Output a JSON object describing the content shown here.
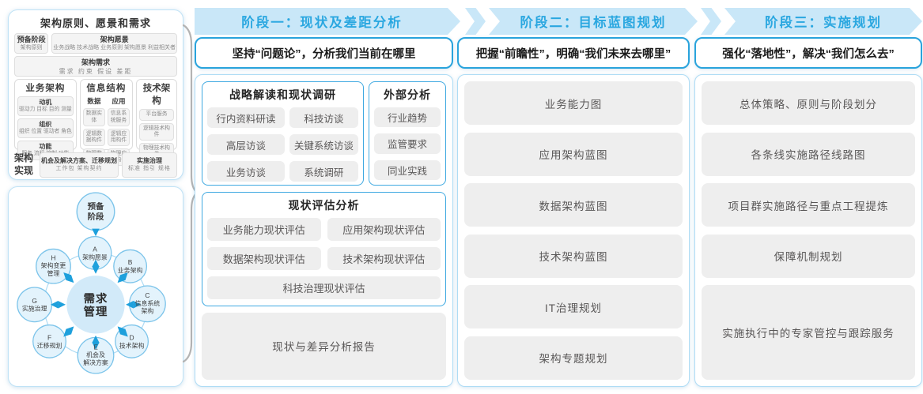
{
  "colors": {
    "band_bg": "#c9e7f8",
    "band_text": "#2aa7e0",
    "accent_blue": "#29abe2",
    "panel_border": "#aedcf5",
    "chip_bg": "#eeeeee",
    "chip_text": "#595757"
  },
  "left": {
    "frame": {
      "title": "架构原则、愿景和需求",
      "prep_title": "预备阶段",
      "prep_sub": "架构原则",
      "vision_title": "架构愿景",
      "vision_sub": "业务战略 技术战略 业务原则 架构愿景 利益相关者",
      "req_title": "架构需求",
      "req_sub": "需求  约束  假设  差距",
      "business_title": "业务架构",
      "b1_title": "动机",
      "b1_sub": "驱动力 目标 目的 测量",
      "b2_title": "组织",
      "b2_sub": "组织 位置 驱动者 角色",
      "b3_title": "功能",
      "b3_sub": "服务 流程 控制 功能",
      "info_title": "信息结构",
      "data_title": "数据",
      "data_items": [
        "数据实体",
        "逻辑数据构件",
        "物理数据构件"
      ],
      "app_title": "应用",
      "app_items": [
        "信息系统服务",
        "逻辑应用构件",
        "物理应用构件"
      ],
      "tech_title": "技术架构",
      "tech_items": [
        "平台服务",
        "逻辑技术构件",
        "物理技术构件"
      ],
      "impl_title": "架构实现",
      "impl1_title": "机会及解决方案、迁移规划",
      "impl1_sub": "工作包  架构契约",
      "impl2_title": "实施治理",
      "impl2_sub": "标准  指引  规格"
    },
    "adm": {
      "prep": [
        "预备",
        "阶段"
      ],
      "center": [
        "需求",
        "管理"
      ],
      "a": [
        "A",
        "架构愿景"
      ],
      "b": [
        "B",
        "业务架构"
      ],
      "c": [
        "C",
        "信息系统",
        "架构"
      ],
      "d": [
        "D",
        "技术架构"
      ],
      "e": [
        "E",
        "机会及",
        "解决方案"
      ],
      "f": [
        "F",
        "迁移规划"
      ],
      "g": [
        "G",
        "实施治理"
      ],
      "h": [
        "H",
        "架构变更",
        "管理"
      ]
    }
  },
  "phases": [
    {
      "band": "阶段一：现状及差距分析",
      "slogan": "坚持“问题论”，分析我们当前在哪里",
      "group1_title": "战略解读和现状调研",
      "group1_items": [
        "行内资料研读",
        "科技访谈",
        "高层访谈",
        "关键系统访谈",
        "业务访谈",
        "系统调研"
      ],
      "group2_title": "外部分析",
      "group2_items": [
        "行业趋势",
        "监管要求",
        "同业实践"
      ],
      "group3_title": "现状评估分析",
      "group3_items": [
        "业务能力现状评估",
        "应用架构现状评估",
        "数据架构现状评估",
        "技术架构现状评估",
        "科技治理现状评估"
      ],
      "report": "现状与差异分析报告"
    },
    {
      "band": "阶段二：目标蓝图规划",
      "slogan": "把握“前瞻性”，明确“我们未来去哪里”",
      "items": [
        "业务能力图",
        "应用架构蓝图",
        "数据架构蓝图",
        "技术架构蓝图",
        "IT治理规划",
        "架构专题规划"
      ]
    },
    {
      "band": "阶段三：实施规划",
      "slogan": "强化“落地性”，解决“我们怎么去”",
      "items": [
        "总体策略、原则与阶段划分",
        "各条线实施路径线路图",
        "项目群实施路径与重点工程提炼",
        "保障机制规划",
        "实施执行中的专家管控与跟踪服务"
      ]
    }
  ]
}
